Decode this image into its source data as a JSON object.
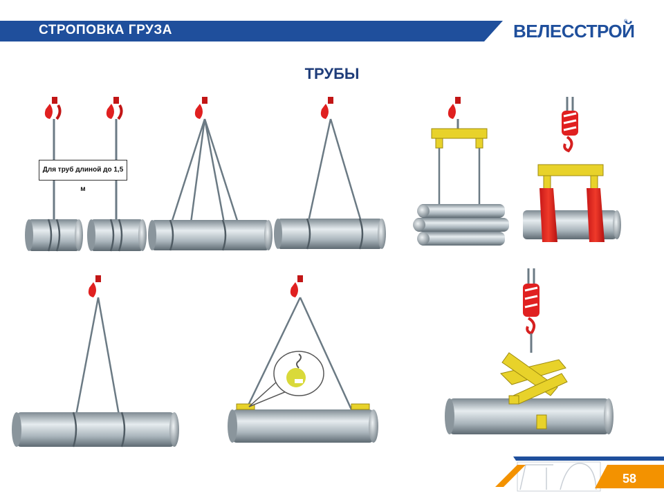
{
  "header": {
    "title": "СТРОПОВКА ГРУЗА"
  },
  "logo": {
    "text": "ВЕЛЕССТРОЙ",
    "mark": "®"
  },
  "slide": {
    "title": "ТРУБЫ",
    "label": "Для труб длиной до 1,5 м",
    "page": "58"
  },
  "colors": {
    "brand_blue": "#1f4f9c",
    "accent_orange": "#f39200",
    "hook_red": "#d62020",
    "pipe_gray": "#b9c3c9"
  }
}
